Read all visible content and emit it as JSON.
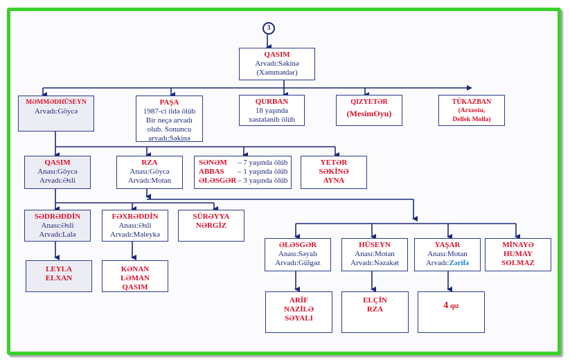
{
  "generation_marker": "3",
  "root": {
    "name": "QASIM",
    "lines": [
      "Arvadı:Səkinə",
      "(Xəmmətdər)"
    ]
  },
  "gen1": [
    {
      "name": "MƏMMƏDHÜSEYN",
      "lines": [
        "Arvadı:Göycə"
      ]
    },
    {
      "name": "PAŞA",
      "lines": [
        "1987-ci ildə ölüb",
        "Bir neçə arvadı",
        "olub. Sonuncu",
        "arvadı:Səkinə"
      ]
    },
    {
      "name": "QURBAN",
      "lines": [
        "18 yaşında",
        "xəstələnib ölüb"
      ]
    },
    {
      "name": "QIZYETƏR",
      "note": "(MesimOyu)"
    },
    {
      "name": "TÜKAZBAN",
      "note_lines": [
        "(Arxustu,",
        "Dellek Molla)"
      ]
    }
  ],
  "gen2": [
    {
      "name": "QASIM",
      "lines": [
        "Anası:Göycə",
        "Arvadı:Əsli"
      ]
    },
    {
      "name": "RZA",
      "lines": [
        "Anası:Göycə",
        "Arvadı:Motan"
      ]
    },
    {
      "deceased": [
        {
          "name": "SƏNƏM",
          "detail": "– 7 yaşında ölüb"
        },
        {
          "name": "ABBAS",
          "detail": "– 1 yaşında ölüb"
        },
        {
          "name": "ƏLƏSGƏR",
          "detail": "– 3 yaşında ölüb"
        }
      ]
    },
    {
      "names": [
        "YETƏR",
        "SƏKİNƏ",
        "AYNA"
      ]
    }
  ],
  "gen3_qasim": [
    {
      "name": "SƏDRƏDDİN",
      "lines": [
        "Anası:Əsli",
        "Arvadı:Lalə"
      ]
    },
    {
      "name": "FƏXRƏDDİN",
      "lines": [
        "Anası:Əsli",
        "Arvadı:Məleykə"
      ]
    },
    {
      "names": [
        "SÜRƏYYA",
        "NƏRGİZ"
      ]
    }
  ],
  "gen3_rza": [
    {
      "name": "ƏLƏSGƏR",
      "lines": [
        "Anası:Səyalı",
        "Arvadı:Gülgəz"
      ]
    },
    {
      "name": "HÜSEYN",
      "lines": [
        "Anası:Motan",
        "Arvadı:Nəzakət"
      ]
    },
    {
      "name": "YAŞAR",
      "mother": "Anası:Motan",
      "wife_label": "Arvadı:",
      "wife_name": "Zərifə"
    },
    {
      "names": [
        "MİNAYƏ",
        "HUMAY",
        "SOLMAZ"
      ]
    }
  ],
  "gen4": {
    "sadraddin_children": [
      "LEYLA",
      "ELXAN"
    ],
    "fakhraddin_children": [
      "KƏNAN",
      "LƏMAN",
      "QASIM"
    ],
    "alasgar_children": [
      "ARİF",
      "NAZİLƏ",
      "SƏYALI"
    ],
    "huseyn_children": [
      "ELÇİN",
      "RZA"
    ],
    "yashar_children": {
      "count": "4",
      "label": "qız"
    }
  },
  "colors": {
    "border_green": "#3ad12a",
    "line_blue": "#1c2878",
    "name_red": "#d8102a",
    "highlight_blue": "#1a7fd6"
  }
}
